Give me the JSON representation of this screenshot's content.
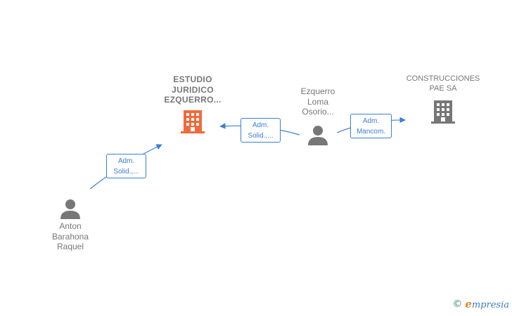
{
  "colors": {
    "edge": "#3b7fd4",
    "main_company": "#f26a3a",
    "company": "#777777",
    "person": "#777777"
  },
  "nodes": {
    "estudio": {
      "label": "ESTUDIO\nJURIDICO\nEZQUERRO...",
      "icon": "building-icon"
    },
    "construcciones": {
      "label": "CONSTRUCCIONES\nPAE SA",
      "icon": "building-icon"
    },
    "ezquerro": {
      "label": "Ezquerro\nLoma\nOsorio...",
      "icon": "person-icon"
    },
    "anton": {
      "label": "Anton\nBarahona\nRaquel",
      "icon": "person-icon"
    }
  },
  "relations": {
    "anton_to_estudio": {
      "line1": "Adm.",
      "line2": "Solid.,..."
    },
    "ezquerro_to_estudio": {
      "line1": "Adm.",
      "line2": "Solid.,..."
    },
    "ezquerro_to_construcciones": {
      "line1": "Adm.",
      "line2": "Mancom."
    }
  },
  "brand": {
    "copyright": "©",
    "initial": "e",
    "name": "mpresia"
  }
}
